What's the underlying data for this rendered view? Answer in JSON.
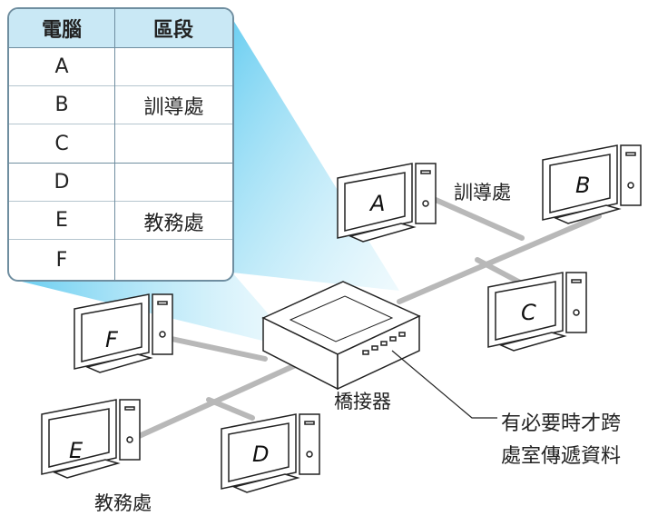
{
  "table": {
    "headers": [
      "電腦",
      "區段"
    ],
    "computers": [
      "A",
      "B",
      "C",
      "D",
      "E",
      "F"
    ],
    "groups": [
      {
        "segment": "訓導處",
        "computers": [
          "A",
          "B",
          "C"
        ]
      },
      {
        "segment": "教務處",
        "computers": [
          "D",
          "E",
          "F"
        ]
      }
    ]
  },
  "diagram": {
    "bridge_label": "橋接器",
    "segment_label_top": "訓導處",
    "segment_label_bottom": "教務處",
    "annotation_line1": "有必要時才跨",
    "annotation_line2": "處室傳遞資料",
    "computer_labels": {
      "A": "A",
      "B": "B",
      "C": "C",
      "D": "D",
      "E": "E",
      "F": "F"
    }
  },
  "colors": {
    "table_header_bg": "#c9e8f5",
    "table_border": "#6f8ea0",
    "beam": "#7fd3f0",
    "cable": "#b5b5b5",
    "device_line": "#222222"
  }
}
